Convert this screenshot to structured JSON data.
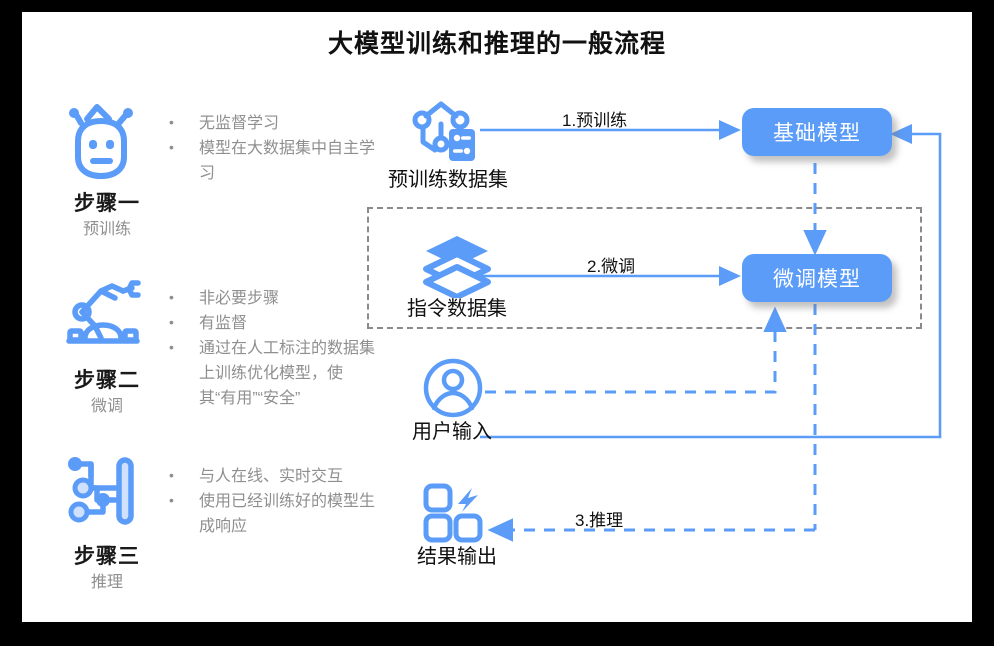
{
  "page": {
    "title": "大模型训练和推理的一般流程",
    "accent": "#5b9cf8",
    "muted": "#8f8f8f",
    "dashed_group_color": "#8a8a8a",
    "background": "#ffffff",
    "frame": "#000000"
  },
  "steps": [
    {
      "icon": "robot-head-icon",
      "title": "步骤一",
      "subtitle": "预训练",
      "bullets": [
        "无监督学习",
        "模型在大数据集中自主学习"
      ]
    },
    {
      "icon": "robot-arm-icon",
      "title": "步骤二",
      "subtitle": "微调",
      "bullets": [
        "非必要步骤",
        "有监督",
        "通过在人工标注的数据集上训练优化模型，使其“有用”“安全”"
      ]
    },
    {
      "icon": "neural-network-icon",
      "title": "步骤三",
      "subtitle": "推理",
      "bullets": [
        "与人在线、实时交互",
        "使用已经训练好的模型生成响应"
      ]
    }
  ],
  "flow": {
    "nodes": [
      {
        "id": "pretrain-dataset",
        "icon": "dataset-nodes-icon",
        "label": "预训练数据集"
      },
      {
        "id": "instruction-dataset",
        "icon": "layers-icon",
        "label": "指令数据集"
      },
      {
        "id": "user-input",
        "icon": "user-icon",
        "label": "用户输入"
      },
      {
        "id": "result-output",
        "icon": "grid-arrow-icon",
        "label": "结果输出"
      }
    ],
    "models": [
      {
        "id": "base-model",
        "label": "基础模型"
      },
      {
        "id": "finetuned-model",
        "label": "微调模型"
      }
    ],
    "edges": [
      {
        "id": "edge-pretrain",
        "label": "1.预训练",
        "style": "solid"
      },
      {
        "id": "edge-finetune",
        "label": "2.微调",
        "style": "solid"
      },
      {
        "id": "edge-inference",
        "label": "3.推理",
        "style": "dashed"
      }
    ]
  }
}
